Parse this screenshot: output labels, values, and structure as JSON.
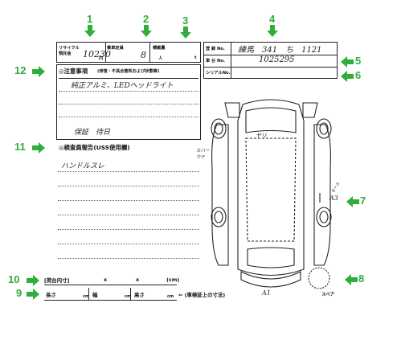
{
  "form": {
    "recycle": {
      "label_line1": "リサイクル",
      "label_line2": "預託金",
      "value": "10230",
      "unit": "円"
    },
    "seating": {
      "label": "乗車定員",
      "value": "8",
      "unit": "人"
    },
    "loading": {
      "label": "積載量",
      "unit": "t"
    },
    "registration": {
      "label": "登 録 No.",
      "value": "練馬　341　ち　1121"
    },
    "chassis": {
      "label": "車 台 No.",
      "value": "1025295"
    },
    "serial": {
      "label": "シリアルNo."
    },
    "notes": {
      "title": "◎注意事項",
      "subtitle": "(修復・不具合箇所および状態等)",
      "line1": "純正アルミ、LEDヘッドライト",
      "line2": "保証　待日"
    },
    "inspector": {
      "title": "◎検査員報告(USS使用欄)",
      "line1": "ハンドルスレ"
    },
    "cargo_inner": {
      "label": "[荷台内寸]",
      "x1": "x",
      "x2": "x",
      "unit": "(cm)"
    },
    "dimensions": {
      "length": "長さ",
      "width": "幅",
      "height": "高さ",
      "cm": "cm",
      "note": "(車検証上の寸法)"
    },
    "diagram": {
      "rear_note": "カバー",
      "rear_note2": "ウテ",
      "side_note": "モール",
      "mark_a3": "A3",
      "mark_a1": "A1",
      "top_mark": "ヤリ",
      "spare": "スペア"
    }
  },
  "markers": [
    "1",
    "2",
    "3",
    "4",
    "5",
    "6",
    "7",
    "8",
    "9",
    "10",
    "11",
    "12"
  ],
  "colors": {
    "marker": "#2fae3b",
    "ink": "#111111"
  }
}
